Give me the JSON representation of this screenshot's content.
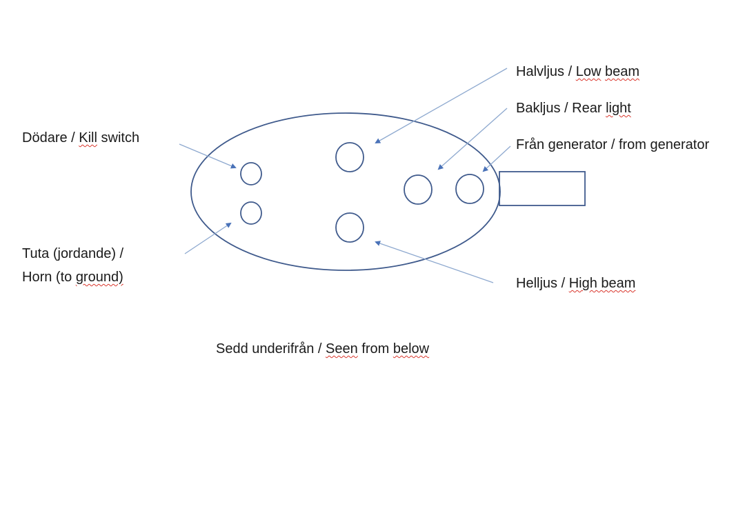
{
  "colors": {
    "shape": "#3f5a8c",
    "arrow": "#8ea9cf",
    "arrowhead": "#4a72b8",
    "text": "#1a1a1a",
    "spellcheck": "#d9352b"
  },
  "labels": {
    "low_beam": {
      "a": "Halvljus / ",
      "b": "Low",
      "c": " ",
      "d": "beam"
    },
    "rear_light": {
      "a": "Bakljus / Rear ",
      "b": "light"
    },
    "generator": {
      "a": "Från generator / from generator"
    },
    "kill_switch": {
      "a": "Dödare / ",
      "b": "Kill",
      "c": " switch"
    },
    "horn_line1": "Tuta (jordande) /",
    "horn_line2": {
      "a": "Horn (to ",
      "b": "ground)"
    },
    "high_beam": {
      "a": "Helljus / ",
      "b": "High beam"
    },
    "caption": {
      "a": "Sedd underifrån / ",
      "b": "Seen",
      "c": " from ",
      "d": "below"
    }
  }
}
